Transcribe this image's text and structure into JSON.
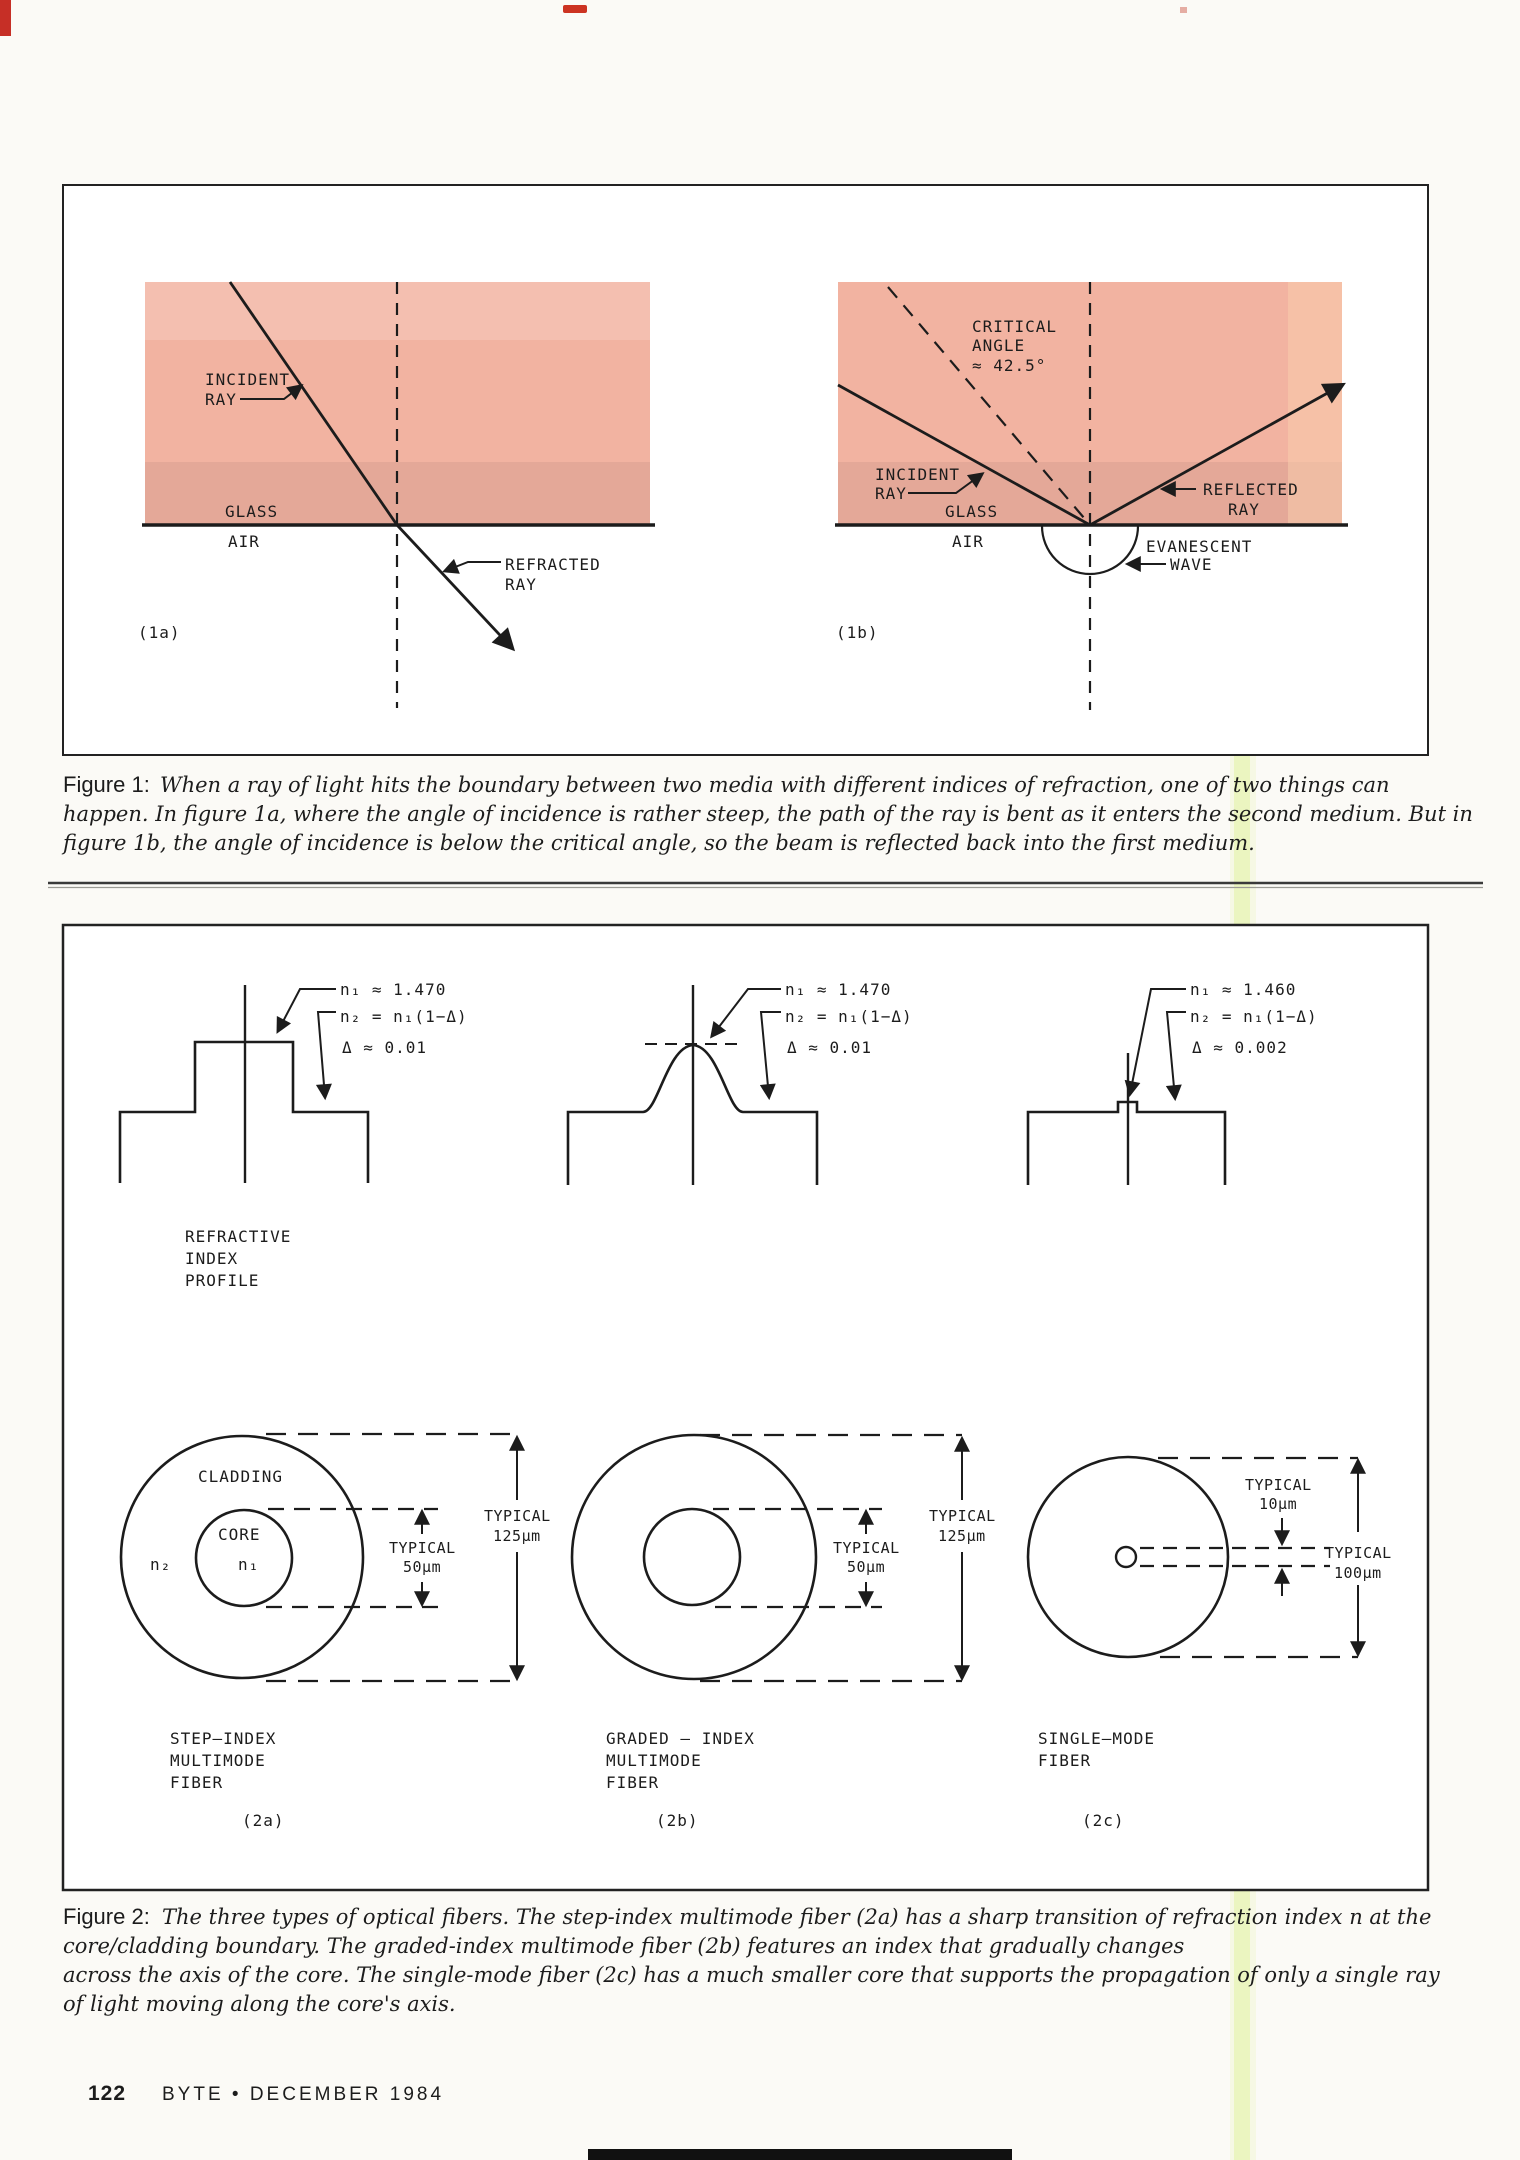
{
  "colors": {
    "page_background": "#fbfaf6",
    "glass_pink": "#f2b3a1",
    "ink": "#1c1c1c",
    "scan_streak_green": "#e2f2a2",
    "scan_mark_red": "#c62f26"
  },
  "figure1": {
    "panel_a": {
      "tag": "(1a)",
      "incident": [
        "INCIDENT",
        "RAY"
      ],
      "glass": "GLASS",
      "air": "AIR",
      "refracted": [
        "REFRACTED",
        "RAY"
      ]
    },
    "panel_b": {
      "tag": "(1b)",
      "critical": [
        "CRITICAL",
        "ANGLE",
        "≈ 42.5°"
      ],
      "incident": [
        "INCIDENT",
        "RAY"
      ],
      "glass": "GLASS",
      "air": "AIR",
      "reflected": [
        "REFLECTED",
        "RAY"
      ],
      "evanescent": [
        "EVANESCENT",
        "WAVE"
      ]
    },
    "caption": {
      "label": "Figure 1:",
      "lines": [
        "When a ray of light hits the boundary between two media with different indices of refraction, one of two things can",
        "happen. In figure 1a, where the angle of incidence is rather steep, the path of the ray is bent as it enters the second medium. But in",
        "figure 1b, the angle of incidence is below the critical angle, so the beam is reflected back into the first medium."
      ]
    }
  },
  "figure2": {
    "profiles": {
      "label": [
        "REFRACTIVE",
        "INDEX",
        "PROFILE"
      ],
      "a": {
        "n1": "n₁ ≈ 1.470",
        "n2": "n₂ = n₁(1−Δ)",
        "delta": "Δ ≈ 0.01"
      },
      "b": {
        "n1": "n₁ ≈ 1.470",
        "n2": "n₂ = n₁(1−Δ)",
        "delta": "Δ ≈ 0.01"
      },
      "c": {
        "n1": "n₁ ≈ 1.460",
        "n2": "n₂ = n₁(1−Δ)",
        "delta": "Δ ≈ 0.002"
      }
    },
    "sections": {
      "a": {
        "cladding": "CLADDING",
        "core": "CORE",
        "n1": "n₁",
        "n2": "n₂",
        "core_dim": [
          "TYPICAL",
          "50μm"
        ],
        "outer_dim": [
          "TYPICAL",
          "125μm"
        ],
        "name": [
          "STEP–INDEX",
          "MULTIMODE",
          "FIBER"
        ],
        "tag": "(2a)"
      },
      "b": {
        "core_dim": [
          "TYPICAL",
          "50μm"
        ],
        "outer_dim": [
          "TYPICAL",
          "125μm"
        ],
        "name": [
          "GRADED – INDEX",
          "MULTIMODE",
          "FIBER"
        ],
        "tag": "(2b)"
      },
      "c": {
        "core_dim": [
          "TYPICAL",
          "10μm"
        ],
        "outer_dim": [
          "TYPICAL",
          "100μm"
        ],
        "name": [
          "SINGLE–MODE",
          "FIBER"
        ],
        "tag": "(2c)"
      }
    },
    "caption": {
      "label": "Figure 2:",
      "lines": [
        "The three types of optical fibers. The step-index multimode fiber (2a) has a sharp transition of refraction index n at the",
        "core/cladding boundary. The graded-index multimode fiber (2b) features an index that gradually changes",
        "across the axis of the core. The single-mode fiber (2c) has a much smaller core that supports the propagation of only a single ray",
        "of light moving along the core's axis."
      ]
    }
  },
  "footer": {
    "page_number": "122",
    "magazine": "BYTE • DECEMBER 1984"
  }
}
